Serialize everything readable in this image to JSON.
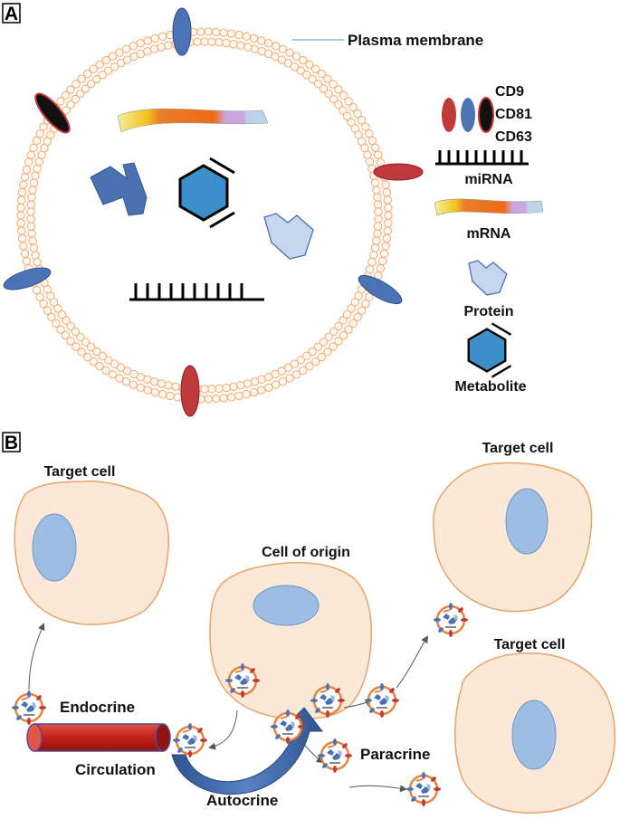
{
  "panel_a": {
    "letter": "A",
    "membrane_label": "Plasma membrane",
    "legend": {
      "tetraspanins": [
        "CD9",
        "CD81",
        "CD63"
      ],
      "mirna": "miRNA",
      "mrna": "mRNA",
      "protein": "Protein",
      "metabolite": "Metabolite"
    }
  },
  "panel_b": {
    "letter": "B",
    "target_cell_top_left": "Target cell",
    "target_cell_top_right": "Target cell",
    "target_cell_bottom_right": "Target cell",
    "cell_of_origin": "Cell of origin",
    "endocrine": "Endocrine",
    "circulation": "Circulation",
    "autocrine": "Autocrine",
    "paracrine": "Paracrine"
  },
  "colors": {
    "membrane_bead": "#f3a76e",
    "cell_fill": "#fbe8d6",
    "cell_stroke": "#e7a36a",
    "nucleus": "#9dbde2",
    "blue_marker": "#4a74b5",
    "red_marker": "#c0393b",
    "black_marker": "#111111",
    "protein_dark": "#4a72b3",
    "protein_light": "#c6d6ec",
    "metabolite": "#3d8fc9",
    "vessel": "#c42a22",
    "arrow_blue": "#3f67a8"
  }
}
